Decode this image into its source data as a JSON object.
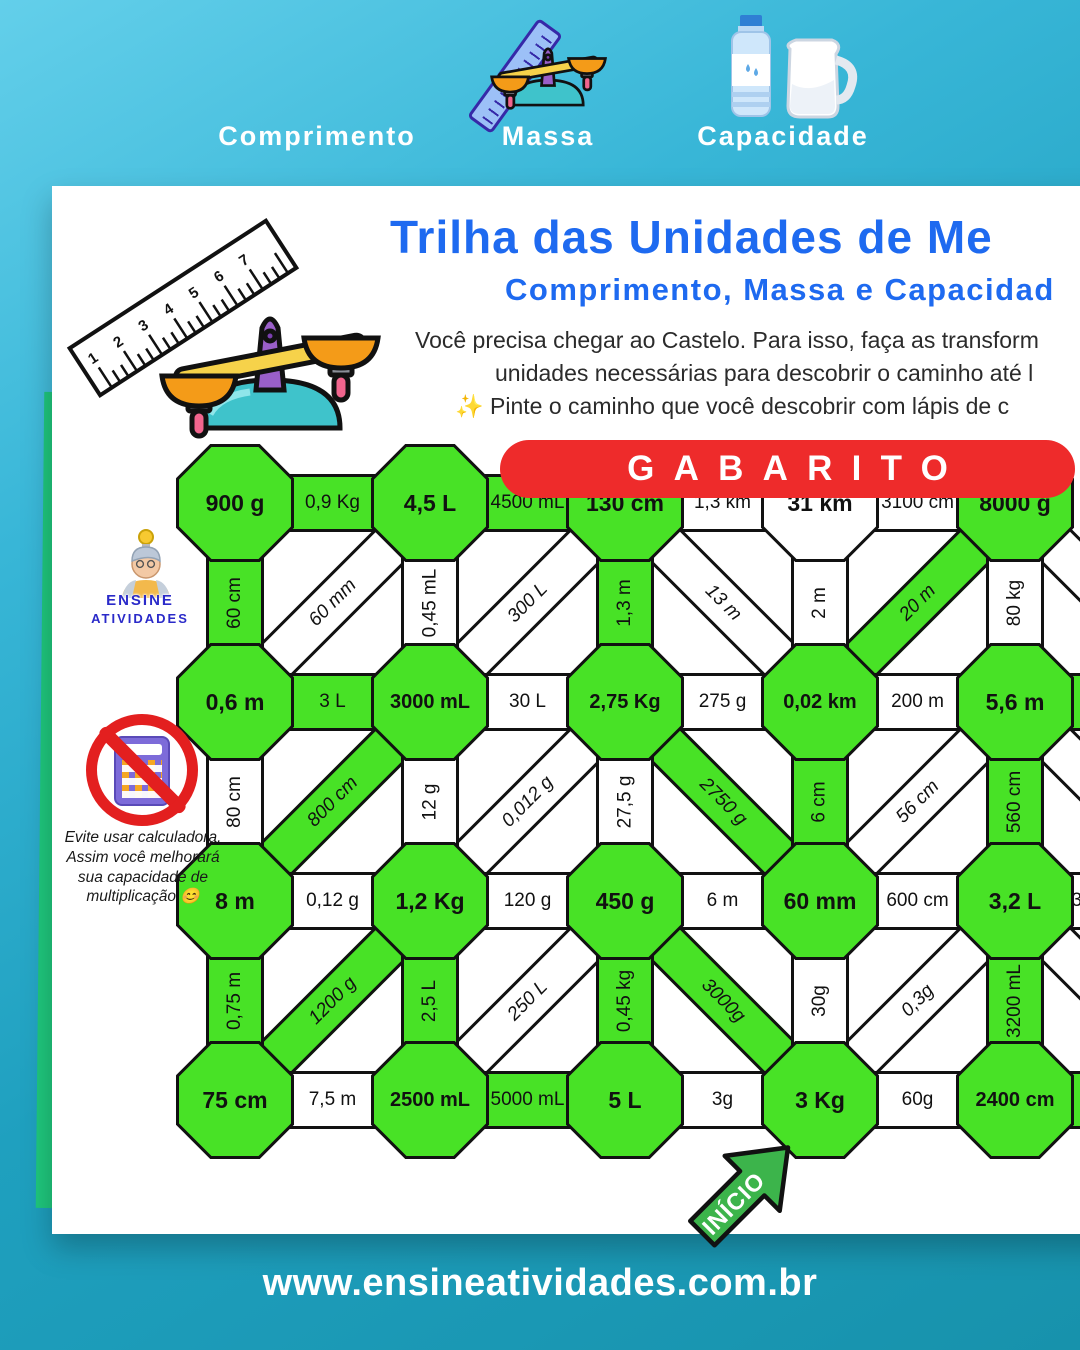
{
  "header": {
    "categories": [
      {
        "label": "Comprimento",
        "icon": "ruler-icon"
      },
      {
        "label": "Massa",
        "icon": "balance-scale-icon"
      },
      {
        "label": "Capacidade",
        "icon": "bottle-and-jug-icon"
      }
    ]
  },
  "page": {
    "title": "Trilha das Unidades de Me",
    "subtitle": "Comprimento, Massa e Capacidad",
    "instructions": [
      "Você precisa chegar ao Castelo. Para isso, faça as transform",
      "unidades necessárias para descobrir o caminho até l",
      "✨ Pinte o caminho que você descobrir com lápis de c"
    ],
    "banner": "GABARITO",
    "start_label": "INÍCIO",
    "logo": {
      "line1": "ENSINE",
      "line2": "ATIVIDADES"
    },
    "no_calc_note": "Evite usar calculadora. Assim você melhorará sua capacidade de multiplicação 😊"
  },
  "footer": {
    "url": "www.ensineatividades.com.br"
  },
  "colors": {
    "path_green": "#48e226",
    "banner_red": "#ee2b2b",
    "title_blue": "#1e6af0",
    "arrow_green": "#3cb44b",
    "accent_strip_green": "#1fc77d"
  },
  "board": {
    "octagons": [
      {
        "r": 1,
        "c": 1,
        "t": "900 g",
        "g": true
      },
      {
        "r": 1,
        "c": 2,
        "t": "4,5 L",
        "g": true
      },
      {
        "r": 1,
        "c": 3,
        "t": "130 cm",
        "g": true
      },
      {
        "r": 1,
        "c": 4,
        "t": "31 km",
        "g": false
      },
      {
        "r": 1,
        "c": 5,
        "t": "8000 g",
        "g": true
      },
      {
        "r": 2,
        "c": 1,
        "t": "0,6 m",
        "g": true
      },
      {
        "r": 2,
        "c": 2,
        "t": "3000 mL",
        "g": true
      },
      {
        "r": 2,
        "c": 3,
        "t": "2,75 Kg",
        "g": true
      },
      {
        "r": 2,
        "c": 4,
        "t": "0,02 km",
        "g": true
      },
      {
        "r": 2,
        "c": 5,
        "t": "5,6 m",
        "g": true
      },
      {
        "r": 3,
        "c": 1,
        "t": "8 m",
        "g": true
      },
      {
        "r": 3,
        "c": 2,
        "t": "1,2 Kg",
        "g": true
      },
      {
        "r": 3,
        "c": 3,
        "t": "450 g",
        "g": true
      },
      {
        "r": 3,
        "c": 4,
        "t": "60 mm",
        "g": true
      },
      {
        "r": 3,
        "c": 5,
        "t": "3,2 L",
        "g": true
      },
      {
        "r": 4,
        "c": 1,
        "t": "75 cm",
        "g": true
      },
      {
        "r": 4,
        "c": 2,
        "t": "2500 mL",
        "g": true
      },
      {
        "r": 4,
        "c": 3,
        "t": "5 L",
        "g": true
      },
      {
        "r": 4,
        "c": 4,
        "t": "3 Kg",
        "g": true
      },
      {
        "r": 4,
        "c": 5,
        "t": "2400 cm",
        "g": true
      }
    ],
    "horizontals": [
      {
        "r": 1,
        "c": 1,
        "t": "0,9 Kg",
        "g": true
      },
      {
        "r": 1,
        "c": 2,
        "t": "4500 mL",
        "g": true
      },
      {
        "r": 1,
        "c": 3,
        "t": "1,3 km",
        "g": false
      },
      {
        "r": 1,
        "c": 4,
        "t": "3100 cm",
        "g": false
      },
      {
        "r": 2,
        "c": 1,
        "t": "3 L",
        "g": true
      },
      {
        "r": 2,
        "c": 2,
        "t": "30 L",
        "g": false
      },
      {
        "r": 2,
        "c": 3,
        "t": "275 g",
        "g": false
      },
      {
        "r": 2,
        "c": 4,
        "t": "200 m",
        "g": false
      },
      {
        "r": 2,
        "c": 5,
        "t": "",
        "g": true
      },
      {
        "r": 3,
        "c": 1,
        "t": "0,12 g",
        "g": false
      },
      {
        "r": 3,
        "c": 2,
        "t": "120 g",
        "g": false
      },
      {
        "r": 3,
        "c": 3,
        "t": "6 m",
        "g": false
      },
      {
        "r": 3,
        "c": 4,
        "t": "600 cm",
        "g": false
      },
      {
        "r": 3,
        "c": 5,
        "t": "3",
        "g": false,
        "align": "left"
      },
      {
        "r": 4,
        "c": 1,
        "t": "7,5 m",
        "g": false
      },
      {
        "r": 4,
        "c": 2,
        "t": "5000 mL",
        "g": true
      },
      {
        "r": 4,
        "c": 3,
        "t": "3g",
        "g": false
      },
      {
        "r": 4,
        "c": 4,
        "t": "60g",
        "g": false
      },
      {
        "r": 4,
        "c": 5,
        "t": "",
        "g": true
      }
    ],
    "verticals": [
      {
        "r": 1,
        "c": 1,
        "t": "60 cm",
        "g": true
      },
      {
        "r": 1,
        "c": 2,
        "t": "0,45 mL",
        "g": false
      },
      {
        "r": 1,
        "c": 3,
        "t": "1,3 m",
        "g": true
      },
      {
        "r": 1,
        "c": 4,
        "t": "2 m",
        "g": false
      },
      {
        "r": 1,
        "c": 5,
        "t": "80 kg",
        "g": false
      },
      {
        "r": 2,
        "c": 1,
        "t": "80 cm",
        "g": false
      },
      {
        "r": 2,
        "c": 2,
        "t": "12 g",
        "g": false
      },
      {
        "r": 2,
        "c": 3,
        "t": "27,5 g",
        "g": false
      },
      {
        "r": 2,
        "c": 4,
        "t": "6 cm",
        "g": true
      },
      {
        "r": 2,
        "c": 5,
        "t": "560 cm",
        "g": true
      },
      {
        "r": 3,
        "c": 1,
        "t": "0,75 m",
        "g": true
      },
      {
        "r": 3,
        "c": 2,
        "t": "2,5 L",
        "g": true
      },
      {
        "r": 3,
        "c": 3,
        "t": "0,45 kg",
        "g": true
      },
      {
        "r": 3,
        "c": 4,
        "t": "30g",
        "g": false
      },
      {
        "r": 3,
        "c": 5,
        "t": "3200 mL",
        "g": true
      }
    ],
    "diagonals": [
      {
        "r": 1,
        "c": 1,
        "dir": "rise",
        "t": "60 mm",
        "g": false
      },
      {
        "r": 1,
        "c": 2,
        "dir": "rise",
        "t": "300 L",
        "g": false
      },
      {
        "r": 1,
        "c": 3,
        "dir": "fall",
        "t": "13 m",
        "g": false
      },
      {
        "r": 1,
        "c": 4,
        "dir": "rise",
        "t": "20 m",
        "g": true
      },
      {
        "r": 1,
        "c": 5,
        "dir": "fall",
        "t": "",
        "g": false
      },
      {
        "r": 2,
        "c": 1,
        "dir": "rise",
        "t": "800 cm",
        "g": true
      },
      {
        "r": 2,
        "c": 2,
        "dir": "rise",
        "t": "0,012 g",
        "g": false
      },
      {
        "r": 2,
        "c": 3,
        "dir": "fall",
        "t": "2750 g",
        "g": true
      },
      {
        "r": 2,
        "c": 4,
        "dir": "rise",
        "t": "56 cm",
        "g": false
      },
      {
        "r": 2,
        "c": 5,
        "dir": "fall",
        "t": "",
        "g": false
      },
      {
        "r": 3,
        "c": 1,
        "dir": "rise",
        "t": "1200 g",
        "g": true
      },
      {
        "r": 3,
        "c": 2,
        "dir": "rise",
        "t": "250 L",
        "g": false
      },
      {
        "r": 3,
        "c": 3,
        "dir": "fall",
        "t": "3000g",
        "g": true
      },
      {
        "r": 3,
        "c": 4,
        "dir": "rise",
        "t": "0,3g",
        "g": false
      },
      {
        "r": 3,
        "c": 5,
        "dir": "fall",
        "t": "",
        "g": false
      }
    ]
  }
}
